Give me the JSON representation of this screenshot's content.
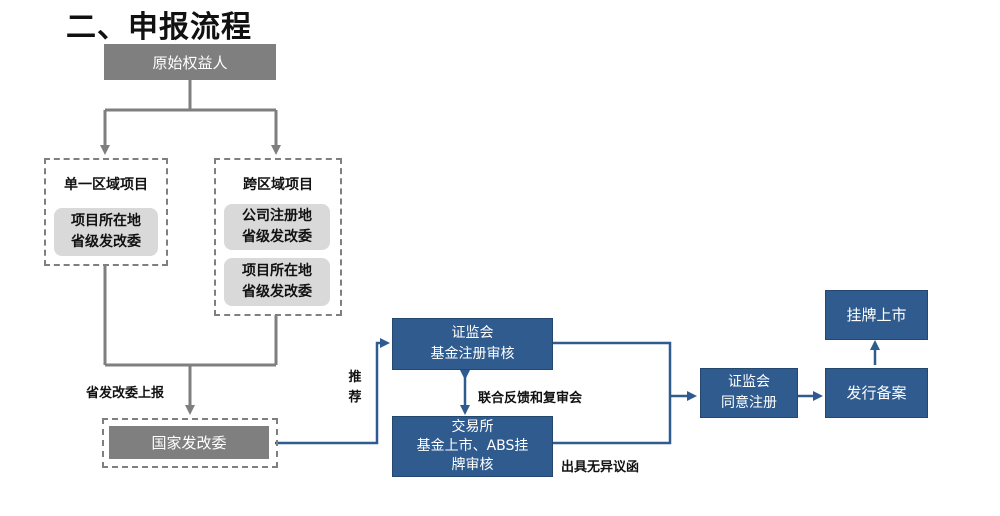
{
  "title": "二、申报流程",
  "nodes": {
    "originator": "原始权益人",
    "single_region": {
      "title": "单一区域项目",
      "item1_line1": "项目所在地",
      "item1_line2": "省级发改委"
    },
    "cross_region": {
      "title": "跨区域项目",
      "item1_line1": "公司注册地",
      "item1_line2": "省级发改委",
      "item2_line1": "项目所在地",
      "item2_line2": "省级发改委"
    },
    "ndrc": "国家发改委",
    "csrc_fund": {
      "line1": "证监会",
      "line2": "基金注册审核"
    },
    "exchange": {
      "line1": "交易所",
      "line2": "基金上市、ABS挂",
      "line3": "牌审核"
    },
    "csrc_approve": {
      "line1": "证监会",
      "line2": "同意注册"
    },
    "issue_filing": "发行备案",
    "listing": "挂牌上市"
  },
  "edge_labels": {
    "provincial_report": "省发改委上报",
    "recommend_1": "推",
    "recommend_2": "荐",
    "joint_feedback": "联合反馈和复审会",
    "no_objection": "出具无异议函"
  },
  "colors": {
    "gray": "#7f7f7f",
    "light_gray": "#d9d9d9",
    "blue": "#2f5b8f"
  }
}
